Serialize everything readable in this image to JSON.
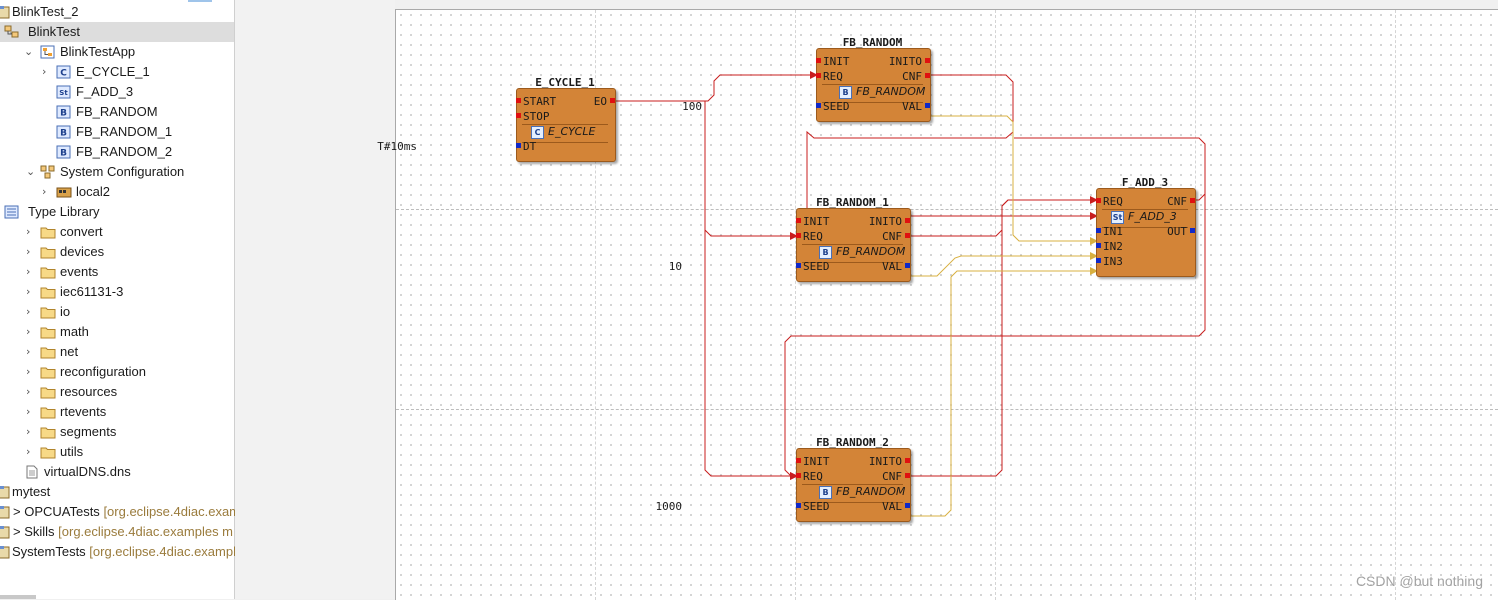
{
  "sidebar": {
    "items": [
      {
        "label": "BlinkTest_2",
        "icon": "project-icon",
        "twisty": ""
      },
      {
        "label": "BlinkTest",
        "icon": "system-icon",
        "twisty": "expanded"
      },
      {
        "label": "BlinkTestApp",
        "icon": "application-icon",
        "twisty": "expanded"
      },
      {
        "label": "E_CYCLE_1",
        "icon": "composite-fb-icon",
        "twisty": "collapsed"
      },
      {
        "label": "F_ADD_3",
        "icon": "simple-fb-icon",
        "twisty": ""
      },
      {
        "label": "FB_RANDOM",
        "icon": "basic-fb-icon",
        "twisty": ""
      },
      {
        "label": "FB_RANDOM_1",
        "icon": "basic-fb-icon",
        "twisty": ""
      },
      {
        "label": "FB_RANDOM_2",
        "icon": "basic-fb-icon",
        "twisty": ""
      },
      {
        "label": "System Configuration",
        "icon": "system-configuration-icon",
        "twisty": "expanded"
      },
      {
        "label": "local2",
        "icon": "device-icon",
        "twisty": "collapsed"
      },
      {
        "label": "Type Library",
        "icon": "type-library-icon",
        "twisty": "expanded"
      },
      {
        "label": "convert",
        "icon": "folder-icon",
        "twisty": "collapsed"
      },
      {
        "label": "devices",
        "icon": "folder-icon",
        "twisty": "collapsed"
      },
      {
        "label": "events",
        "icon": "folder-icon",
        "twisty": "collapsed"
      },
      {
        "label": "iec61131-3",
        "icon": "folder-icon",
        "twisty": "collapsed"
      },
      {
        "label": "io",
        "icon": "folder-icon",
        "twisty": "collapsed"
      },
      {
        "label": "math",
        "icon": "folder-icon",
        "twisty": "collapsed"
      },
      {
        "label": "net",
        "icon": "folder-icon",
        "twisty": "collapsed"
      },
      {
        "label": "reconfiguration",
        "icon": "folder-icon",
        "twisty": "collapsed"
      },
      {
        "label": "resources",
        "icon": "folder-icon",
        "twisty": "collapsed"
      },
      {
        "label": "rtevents",
        "icon": "folder-icon",
        "twisty": "collapsed"
      },
      {
        "label": "segments",
        "icon": "folder-icon",
        "twisty": "collapsed"
      },
      {
        "label": "utils",
        "icon": "folder-icon",
        "twisty": "collapsed"
      },
      {
        "label": "virtualDNS.dns",
        "icon": "file-icon",
        "twisty": ""
      },
      {
        "label": "mytest",
        "icon": "project-icon",
        "twisty": ""
      },
      {
        "label": "OPCUATests",
        "annotation": "[org.eclipse.4diac.exam",
        "prefix": ">",
        "icon": "project-icon",
        "twisty": ""
      },
      {
        "label": "Skills",
        "annotation": "[org.eclipse.4diac.examples m",
        "prefix": ">",
        "icon": "project-icon",
        "twisty": ""
      },
      {
        "label": "SystemTests",
        "annotation": "[org.eclipse.4diac.exampl",
        "prefix": "",
        "icon": "project-icon",
        "twisty": ""
      }
    ]
  },
  "diagram": {
    "blocks": {
      "e_cycle_1": {
        "title": "E_CYCLE_1",
        "type": "E_CYCLE",
        "type_icon": "C",
        "event_inputs": [
          "START",
          "STOP"
        ],
        "event_outputs": [
          "EO"
        ],
        "data_inputs": [
          "DT"
        ],
        "data_outputs": [],
        "param": {
          "DT": "T#10ms"
        }
      },
      "fb_random": {
        "title": "FB_RANDOM",
        "type": "FB_RANDOM",
        "type_icon": "B",
        "event_inputs": [
          "INIT",
          "REQ"
        ],
        "event_outputs": [
          "INITO",
          "CNF"
        ],
        "data_inputs": [
          "SEED"
        ],
        "data_outputs": [
          "VAL"
        ],
        "param": {
          "SEED": "100"
        }
      },
      "fb_random_1": {
        "title": "FB_RANDOM_1",
        "type": "FB_RANDOM",
        "type_icon": "B",
        "event_inputs": [
          "INIT",
          "REQ"
        ],
        "event_outputs": [
          "INITO",
          "CNF"
        ],
        "data_inputs": [
          "SEED"
        ],
        "data_outputs": [
          "VAL"
        ],
        "param": {
          "SEED": "10"
        }
      },
      "fb_random_2": {
        "title": "FB_RANDOM_2",
        "type": "FB_RANDOM",
        "type_icon": "B",
        "event_inputs": [
          "INIT",
          "REQ"
        ],
        "event_outputs": [
          "INITO",
          "CNF"
        ],
        "data_inputs": [
          "SEED"
        ],
        "data_outputs": [
          "VAL"
        ],
        "param": {
          "SEED": "1000"
        }
      },
      "f_add_3": {
        "title": "F_ADD_3",
        "type": "F_ADD_3",
        "type_icon": "St",
        "event_inputs": [
          "REQ"
        ],
        "event_outputs": [
          "CNF"
        ],
        "data_inputs": [
          "IN1",
          "IN2",
          "IN3"
        ],
        "data_outputs": [
          "OUT"
        ],
        "param": {}
      }
    },
    "colors": {
      "event_wire": "#c81e1e",
      "data_wire": "#d8b040",
      "block": "#d38437"
    }
  },
  "watermark": "CSDN @but nothing"
}
